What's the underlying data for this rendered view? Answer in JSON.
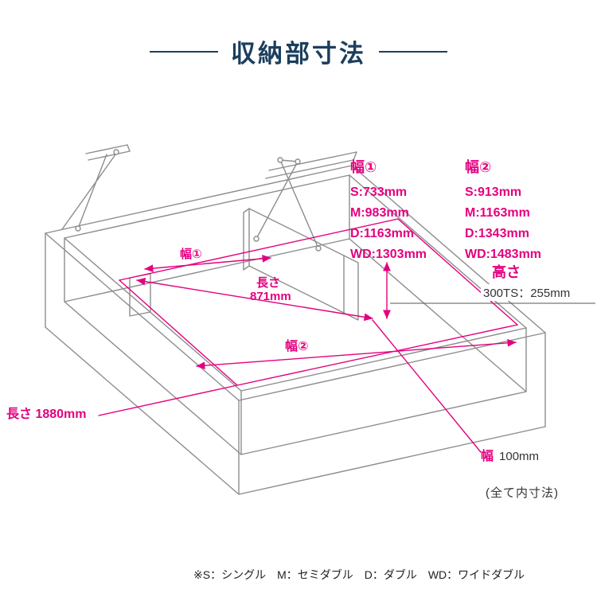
{
  "page": {
    "title": "収納部寸法",
    "note": "(全て内寸法)",
    "footnote": "※S：シングル　M：セミダブル　D：ダブル　WD：ワイドダブル"
  },
  "colors": {
    "accent_magenta": "#e4007f",
    "title_navy": "#1b3e5e",
    "drawing_gray": "#8d8d8d",
    "text_black": "#333333"
  },
  "spec_width1": {
    "label": "幅①",
    "values": [
      "S:733mm",
      "M:983mm",
      "D:1163mm",
      "WD:1303mm"
    ]
  },
  "spec_width2": {
    "label": "幅②",
    "values": [
      "S:913mm",
      "M:1163mm",
      "D:1343mm",
      "WD:1483mm"
    ]
  },
  "spec_height": {
    "label": "高さ",
    "value": "300TS：255mm"
  },
  "diagram": {
    "width1_label": "幅①",
    "length_label": "長さ",
    "length_value": "871mm",
    "width2_label": "幅②",
    "outer_length": "長さ 1880mm",
    "gap_label": "幅",
    "gap_value": "100mm"
  }
}
